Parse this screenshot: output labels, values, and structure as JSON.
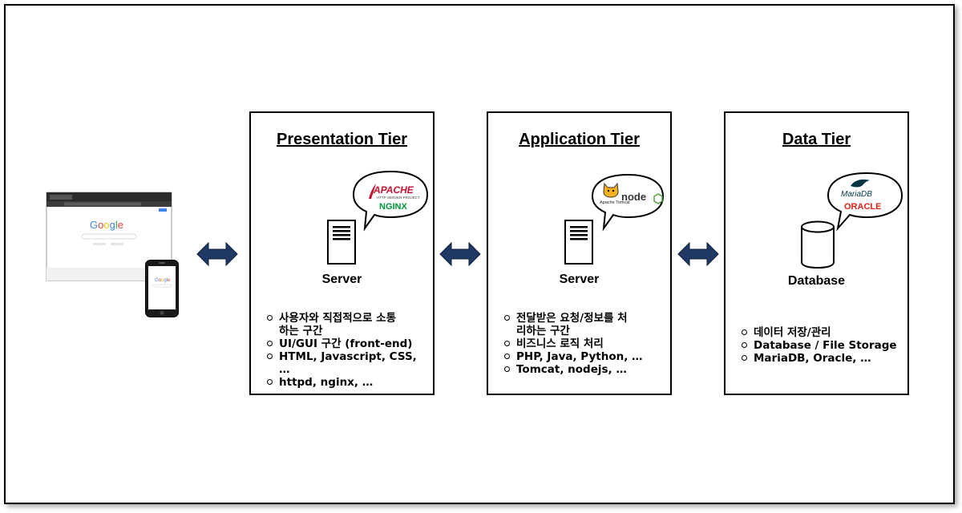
{
  "presentation": {
    "title": "Presentation Tier",
    "node_label": "Server",
    "bubble": {
      "logo1": "APACHE",
      "logo1_sub": "HTTP SERVER PROJECT",
      "logo2": "NGINX"
    },
    "bullets": [
      "사용자와 직접적으로 소통하는 구간",
      "UI/GUI 구간 (front-end)",
      "HTML, Javascript, CSS, …",
      "httpd, nginx, …"
    ]
  },
  "application": {
    "title": "Application Tier",
    "node_label": "Server",
    "bubble": {
      "logo1": "Apache Tomcat",
      "logo2": "node"
    },
    "bullets": [
      "전달받은 요청/정보를 처리하는 구간",
      "비즈니스 로직 처리",
      "PHP, Java, Python, …",
      "Tomcat, nodejs, …"
    ]
  },
  "data": {
    "title": "Data Tier",
    "node_label": "Database",
    "bubble": {
      "logo1": "MariaDB",
      "logo2": "ORACLE"
    },
    "bullets": [
      "데이터 저장/관리",
      "Database / File Storage",
      "MariaDB, Oracle, …"
    ]
  },
  "client": {
    "browser_logo": "Google",
    "phone_logo": "Google"
  },
  "colors": {
    "arrow": "#1f3864",
    "oracle": "#e2231a",
    "nginx": "#009639",
    "apache": "#c8102e",
    "mariadb": "#003545"
  }
}
